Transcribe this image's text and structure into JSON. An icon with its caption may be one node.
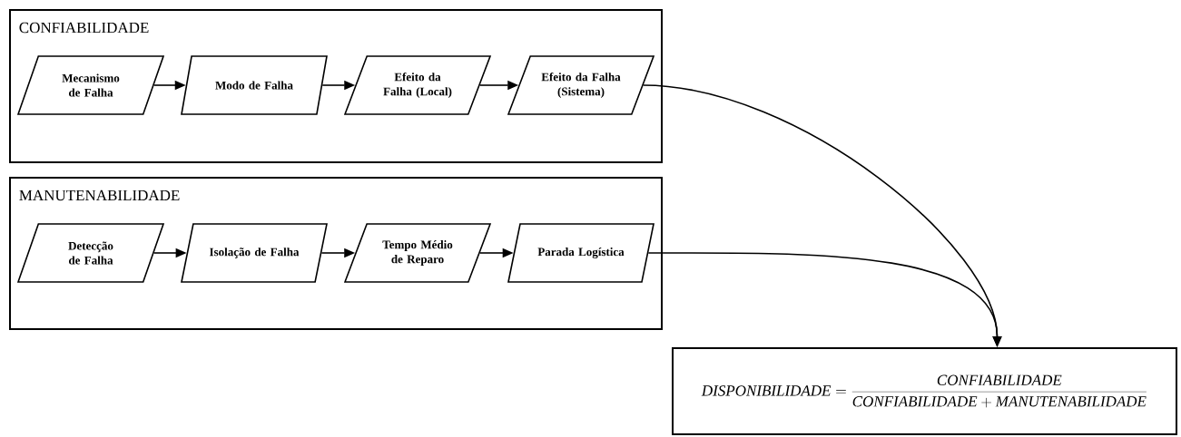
{
  "diagram": {
    "nodes": [
      {
        "text": [
          "CONFIABILIDADE"
        ]
      },
      {
        "text": [
          "Mecanismo de Falha"
        ],
        "in": 0
      },
      {
        "text": [
          "Modo de Falha"
        ],
        "in": 0
      },
      {
        "text": [
          "Efeito da Falha (Local)"
        ],
        "in": 0
      },
      {
        "text": [
          "Efeito da Falha (Sistema)"
        ],
        "in": 0
      },
      {
        "text": [
          "MANUTENABILIDADE"
        ]
      },
      {
        "text": [
          "Detecção de Falha"
        ],
        "in": 5
      },
      {
        "text": [
          "Isolação de Falha"
        ],
        "in": 5
      },
      {
        "text": [
          "Tempo Médio de Reparo"
        ],
        "in": 5
      },
      {
        "text": [
          "Parada Logística"
        ],
        "in": 5
      },
      {
        "text": [
          "\\mathit{DISPONIBILIDADE} = \\frac{\\mathit{CONFIABILIDADE}}{\\mathit{CONFIABILIDADE} + \\mathit{MANUTENABILIDADE}}"
        ]
      }
    ],
    "edges": [
      {
        "from": 1,
        "to": 2,
        "arrow": "to"
      },
      {
        "from": 2,
        "to": 3,
        "arrow": "to"
      },
      {
        "from": 3,
        "to": 4,
        "arrow": "to"
      },
      {
        "from": 4,
        "to": 10,
        "arrow": "to"
      },
      {
        "from": 6,
        "to": 7,
        "arrow": "to"
      },
      {
        "from": 7,
        "to": 8,
        "arrow": "to"
      },
      {
        "from": 8,
        "to": 9,
        "arrow": "to"
      },
      {
        "from": 9,
        "to": 10,
        "arrow": "to"
      }
    ]
  }
}
